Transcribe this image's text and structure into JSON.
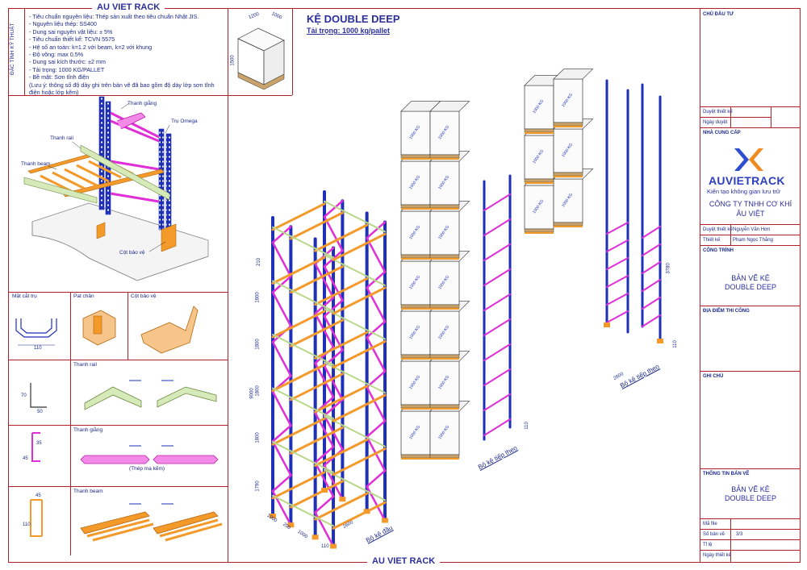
{
  "brand": {
    "top_tab": "AU VIET RACK",
    "bottom_tab": "AU VIET RACK"
  },
  "specs": {
    "side_label": "ĐẶC TÍNH KỸ THUẬT",
    "lines": [
      "- Tiêu chuẩn nguyên liệu: Thép sản xuất theo tiêu chuẩn Nhật JIS.",
      "- Nguyên liệu thép: SS400",
      "- Dung sai nguyên vật liệu: ± 5%",
      "- Tiêu chuẩn thiết kế: TCVN 5575",
      "- Hệ số an toàn: k=1.2 với beam, k=2 với khung",
      "- Độ võng: max 0.5%",
      "- Dung sai kích thước: ±2 mm",
      "- Tải trọng: 1000 KG/PALLET",
      "- Bề mặt: Sơn tĩnh điện"
    ],
    "note": "(Lưu ý: thông số độ dày ghi trên bản vẽ đã bao gồm độ dày lớp sơn tĩnh điện hoặc lớp kẽm)"
  },
  "assembly_labels": {
    "thanh_giang": "Thanh giằng",
    "tru_omega": "Trụ Omega",
    "thanh_rail": "Thanh rail",
    "thanh_beam": "Thanh beam",
    "cot_bao_ve": "Cột bảo vệ"
  },
  "details": {
    "mat_cat_tru": "Mặt cắt trụ",
    "pat_chan": "Pat chân",
    "cot_bao_ve": "Cột bảo vệ",
    "thanh_rail": "Thanh rail",
    "thanh_giang": "Thanh giằng",
    "thep_ma_kem": "(Thép mạ kẽm)",
    "thanh_beam": "Thanh beam",
    "dim_110": "110",
    "dim_70": "70",
    "dim_50": "50",
    "dim_35": "35",
    "dim_45": "45",
    "dim_45b": "45",
    "dim_110b": "110"
  },
  "pallet": {
    "w": "1200",
    "d": "1000",
    "h": "1500"
  },
  "drawing": {
    "title": "KỆ DOUBLE DEEP",
    "subtitle": "Tải trọng: 1000 kg/pallet"
  },
  "captions": {
    "rack_first": "Bộ kệ đầu",
    "rack_next_1": "Bộ kệ tiếp theo",
    "rack_next_2": "Bộ kệ tiếp theo"
  },
  "dimensions": {
    "h_total": "9000",
    "levels": [
      "1790",
      "1800",
      "1800",
      "1800",
      "1800",
      "210"
    ],
    "depth_1": "1000",
    "gap": "200",
    "depth_2": "1000",
    "width": "2600",
    "width_3": "2600",
    "d110_a": "110",
    "d110_b": "110",
    "d110_c": "110",
    "h_stub": "3780",
    "box_label": "1000 KG"
  },
  "title_block": {
    "chu_dau_tu": "CHỦ ĐẦU TƯ",
    "duyet_thiet_ke": "Duyệt thiết kế",
    "ngay_duyet": "Ngày duyệt",
    "nha_cung_cap": "NHÀ CUNG CẤP",
    "logo": "AUVIETRACK",
    "slogan": "Kiến tạo không gian lưu trữ",
    "company_1": "CÔNG TY TNHH CƠ KHÍ",
    "company_2": "ÂU VIỆT",
    "duyet_tk_label": "Duyệt thiết kế",
    "duyet_tk_name": "Nguyễn Văn Hơn",
    "thiet_ke_label": "Thiết kế",
    "thiet_ke_name": "Phạm Ngọc Thắng",
    "cong_trinh": "CÔNG TRÌNH",
    "cong_trinh_1": "BẢN VẼ KỆ",
    "cong_trinh_2": "DOUBLE DEEP",
    "dia_diem": "ĐỊA ĐIỂM THI CÔNG",
    "ghi_chu": "GHI CHÚ",
    "thong_tin": "THÔNG TIN BẢN VẼ",
    "thong_tin_1": "BẢN VẼ KỆ",
    "thong_tin_2": "DOUBLE DEEP",
    "ma_file": "Mã file",
    "so_ban_ve": "Số bản vẽ",
    "so_ban_ve_val": "3/3",
    "ti_le": "Tỉ lệ",
    "ngay_thiet_ke": "Ngày thiết kế"
  },
  "colors": {
    "frame": "#b3202a",
    "blue": "#1e2fb8",
    "magenta": "#e02fd6",
    "orange": "#f39a2b",
    "green": "#b9d88a",
    "text": "#1d2a8a"
  }
}
